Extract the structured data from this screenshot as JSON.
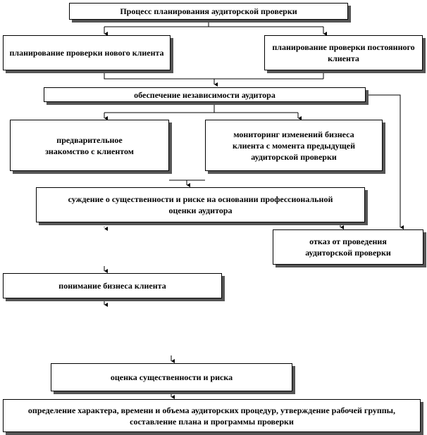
{
  "nodes": {
    "process": "Процесс планирования аудиторской проверки",
    "new_client": "планирование проверки нового клиента",
    "regular_client": "планирование проверки постоянного клиента",
    "independence": "обеспечение независимости аудитора",
    "preliminary": "предварительное знакомство с клиентом",
    "monitoring": "мониторинг изменений бизнеса клиента с момента предыдущей аудиторской проверки",
    "judgement": "суждение о существенности и риске на основании профессиональной оценки аудитора",
    "refusal": "отказ от проведения аудиторской проверки",
    "business": "понимание бизнеса клиента",
    "materiality": "оценка существенности и риска",
    "procedures": "определение характера, времени и объема аудиторских процедур, утверждение рабочей группы, составление плана и программы проверки"
  },
  "colors": {
    "line": "#000000",
    "shadow": "#555555",
    "background": "#ffffff"
  }
}
